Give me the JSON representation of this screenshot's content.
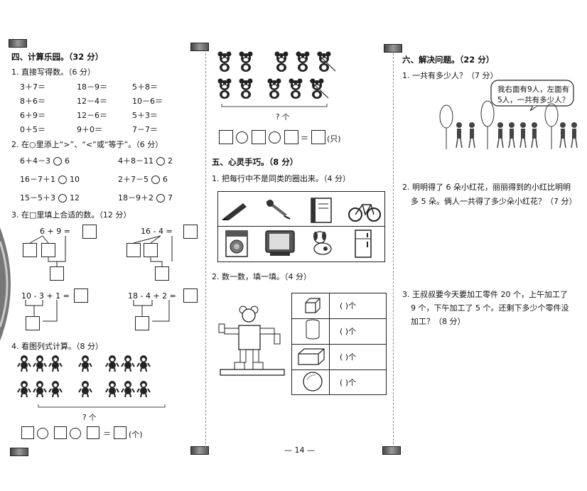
{
  "page_number": "— 14 —",
  "sec4": {
    "title": "四、计算乐园。（32 分）",
    "q1": {
      "title": "1. 直接写得数。（6 分）",
      "rows": [
        [
          "3＋7＝",
          "18－9＝",
          "5＋8＝"
        ],
        [
          "8＋6＝",
          "12－4＝",
          "10－6＝"
        ],
        [
          "6＋9＝",
          "12－6＝",
          "5＋3＝"
        ],
        [
          "0＋5＝",
          "9＋0＝",
          "7－7＝"
        ]
      ]
    },
    "q2": {
      "title": "2. 在○里添上“>”、“<”或“等于”。（6 分）",
      "items": [
        {
          "l": "6＋4－3",
          "r": "6"
        },
        {
          "l": "4＋8－11",
          "r": "2"
        },
        {
          "l": "16－7＋1",
          "r": "10"
        },
        {
          "l": "2＋7－5",
          "r": "6"
        },
        {
          "l": "15－5＋3",
          "r": "12"
        },
        {
          "l": "18－9＋2",
          "r": "7"
        }
      ]
    },
    "q3": {
      "title": "3. 在□里填上合适的数。（12 分）",
      "exprs": [
        "6  +  9  =",
        "16  -  4  =",
        "10 - 3 + 1  =",
        "18  -  4 + 2  ="
      ]
    },
    "q4": {
      "title": "4. 看图列式计算。（8 分）",
      "count_label": "? 个",
      "unit": "(个)"
    }
  },
  "mid": {
    "count_label": "? 个",
    "unit": "(只)",
    "sec5": {
      "title": "五、心灵手巧。（8 分）",
      "q1": "1. 把每行中不是同类的圈出来。（4 分）",
      "q2": "2. 数一数，填一填。（4 分）",
      "table_cells": [
        "(      )个",
        "(      )个",
        "(      )个",
        "(      )个"
      ]
    }
  },
  "sec6": {
    "title": "六、解决问题。（22 分）",
    "q1": "1. 一共有多少人？（7 分）",
    "bubble_1": "我右面有9人，左面有",
    "bubble_2": "5人，一共有多少人？",
    "q2_1": "2. 明明得了 6 朵小红花，丽丽得到的小红比明明",
    "q2_2": "多 5 朵。俩人一共得了多少朵小红花？（7 分）",
    "q3_1": "3. 王叔叔要今天要加工零件 20 个，上午加工了",
    "q3_2": "9 个，下午加工了 5 个。还剩下多少个零件没",
    "q3_3": "加工？（8 分）"
  },
  "icons": [
    "crayon-icon",
    "pen-icon",
    "book-icon",
    "bicycle-icon",
    "washing-machine-icon",
    "tv-icon",
    "dog-icon",
    "refrigerator-icon",
    "cube-icon",
    "cylinder-icon",
    "cuboid-icon",
    "sphere-icon"
  ]
}
